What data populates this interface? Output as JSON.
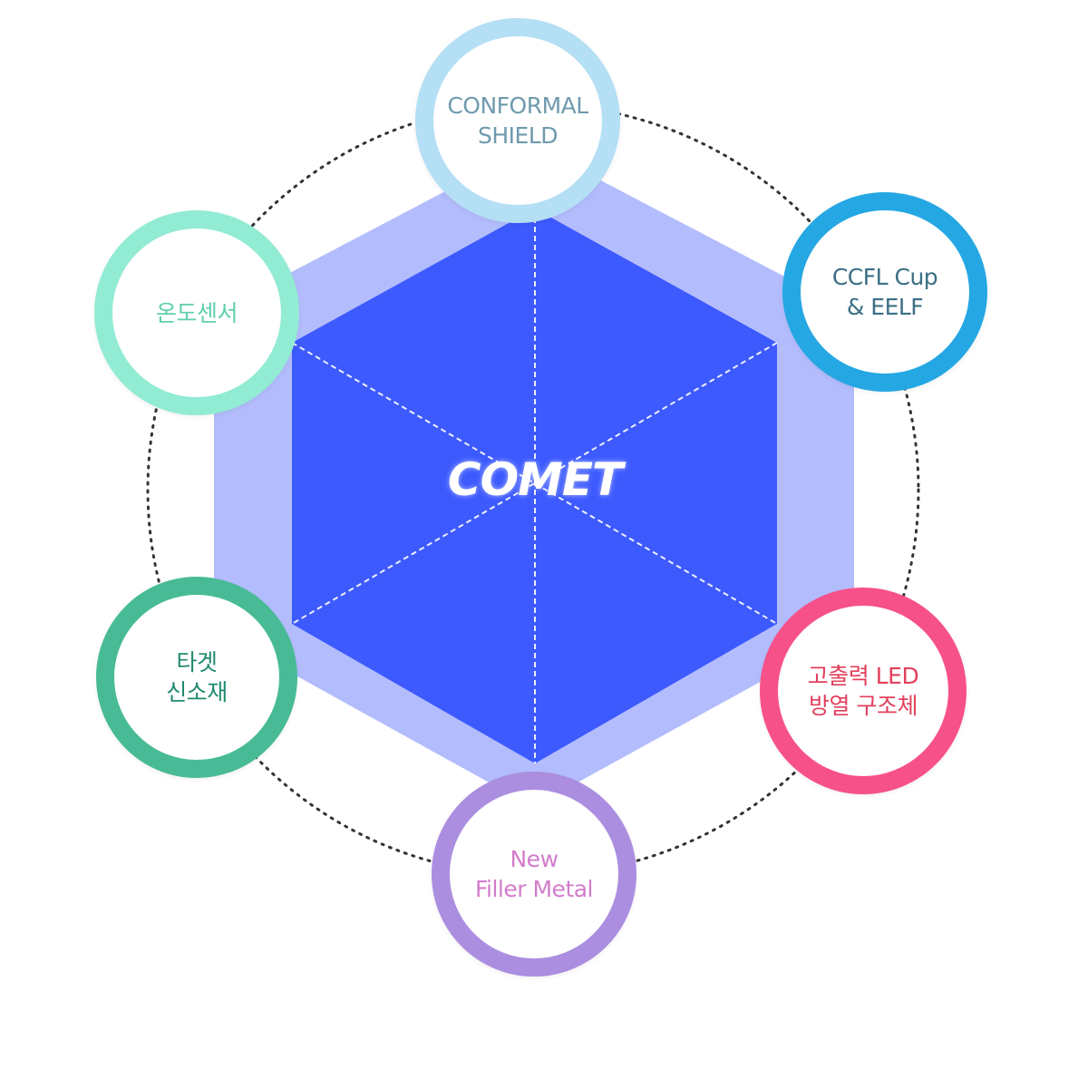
{
  "core": {
    "label": "COMET",
    "color": "#3d5afe",
    "halo_color": "#b3bdfd"
  },
  "nodes": [
    {
      "id": "conformal-shield",
      "label": "CONFORMAL\nSHIELD",
      "ring_color": "#b4dff5",
      "text_color": "#6f9aad"
    },
    {
      "id": "ccfl-cup",
      "label": "CCFL Cup\n& EELF",
      "ring_color": "#25a7e3",
      "text_color": "#3b6f85"
    },
    {
      "id": "led-heat",
      "label": "고출력 LED\n방열 구조체",
      "ring_color": "#f7518a",
      "text_color": "#e2405d"
    },
    {
      "id": "filler-metal",
      "label": "New\nFiller Metal",
      "ring_color": "#ab8ee0",
      "text_color": "#d37ccb"
    },
    {
      "id": "target-material",
      "label": "타겟\n신소재",
      "ring_color": "#48bb96",
      "text_color": "#1f8a6f"
    },
    {
      "id": "temp-sensor",
      "label": "온도센서",
      "ring_color": "#92ebd3",
      "text_color": "#5fcfae"
    }
  ]
}
